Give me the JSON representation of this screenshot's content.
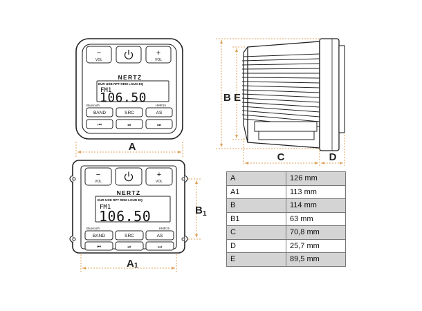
{
  "front_unit": {
    "vol_minus_symbol": "−",
    "vol_minus_label": "VOL",
    "vol_plus_symbol": "+",
    "vol_plus_label": "VOL",
    "brand": "NERTZ",
    "lcd_top_line": "EUR USB RPT RDM LOUD EQ",
    "band": "FM1",
    "frequency": "106.50",
    "bluetooth_label": "Bluetooth",
    "model": "HMR15",
    "band_label": "BAND",
    "src_label": "SRC",
    "as_label": "AS",
    "prev_symbol": "⏮",
    "play_symbol": "⏯",
    "next_symbol": "⏭"
  },
  "dimension_letters": {
    "a": "A",
    "a1_main": "A",
    "a1_sub": "1",
    "b": "B",
    "b1_main": "B",
    "b1_sub": "1",
    "c": "C",
    "d": "D",
    "e": "E"
  },
  "dimensions_table": [
    {
      "key": "A",
      "value": "126 mm"
    },
    {
      "key": "A1",
      "value": "113 mm"
    },
    {
      "key": "B",
      "value": "114 mm"
    },
    {
      "key": "B1",
      "value": "63 mm"
    },
    {
      "key": "C",
      "value": "70,8 mm"
    },
    {
      "key": "D",
      "value": "25,7 mm"
    },
    {
      "key": "E",
      "value": "89,5 mm"
    }
  ]
}
